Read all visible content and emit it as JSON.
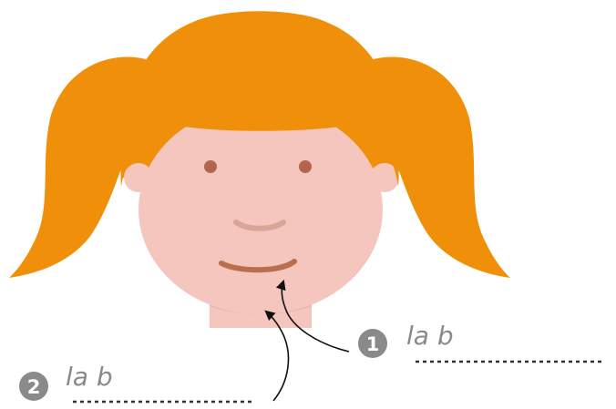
{
  "labels": [
    {
      "number": "1",
      "text": "la b"
    },
    {
      "number": "2",
      "text": "la b"
    }
  ],
  "colors": {
    "hair": "#F0900A",
    "skin": "#F5C6BE",
    "neck_shadow": "#E9B3AB",
    "eyes": "#B2664E",
    "nose": "#D9A597",
    "lips": "#B96E4E",
    "badge": "#8A8A8A",
    "label_text": "#8A8A8A",
    "dotted_line": "#333333",
    "arrow": "#111111"
  }
}
